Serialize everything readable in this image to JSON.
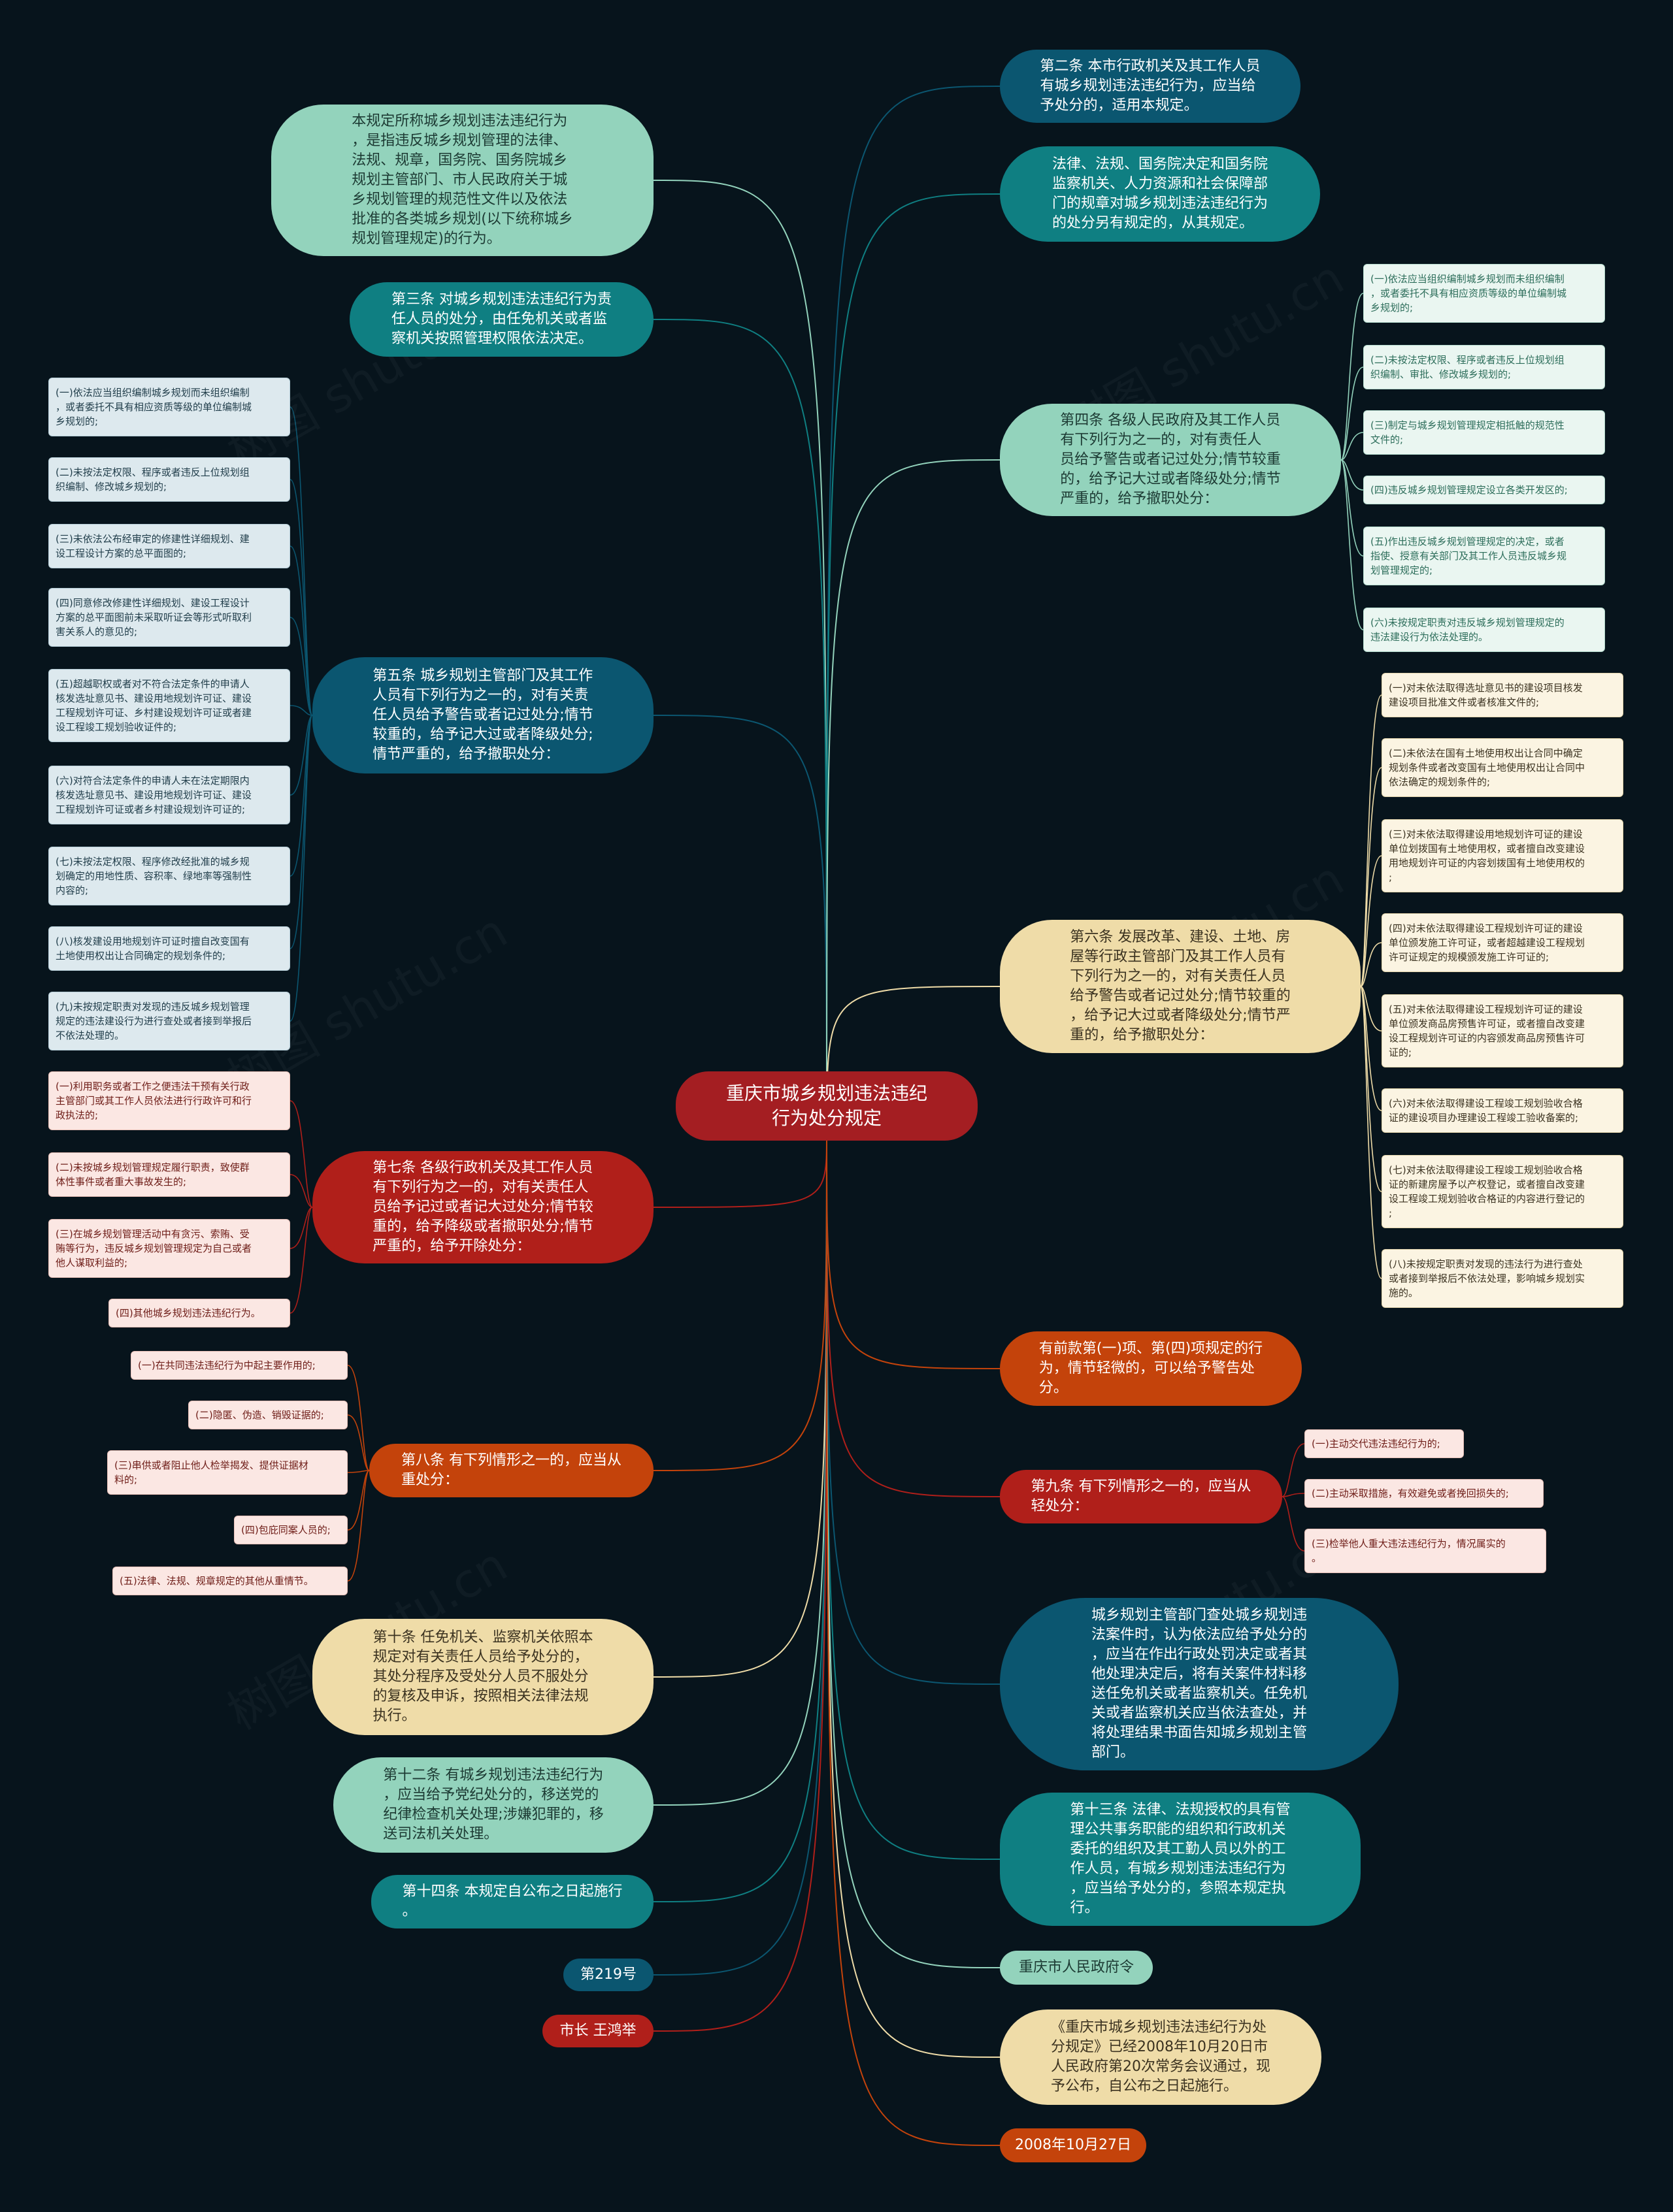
{
  "root": {
    "text": "重庆市城乡规划违法违纪\n行为处分规定"
  },
  "colors": {
    "mint": "#93d3bc",
    "teal": "#0f7f82",
    "navy": "#0b5670",
    "sand": "#efdca8",
    "red": "#b01f1a",
    "orange": "#c4430b",
    "darkred": "#a41e22",
    "background": "#07141c"
  },
  "left": [
    {
      "text": "本规定所称城乡规划违法违纪行为\n，是指违反城乡规划管理的法律、\n法规、规章，国务院、国务院城乡\n规划主管部门、市人民政府关于城\n乡规划管理的规范性文件以及依法\n批准的各类城乡规划(以下统称城乡\n规划管理规定)的行为。"
    },
    {
      "text": "第三条  对城乡规划违法违纪行为责\n任人员的处分，由任免机关或者监\n察机关按照管理权限依法决定。"
    },
    {
      "text": "第五条  城乡规划主管部门及其工作\n人员有下列行为之一的，对有关责\n任人员给予警告或者记过处分;情节\n较重的，给予记大过或者降级处分;\n情节严重的，给予撤职处分：",
      "children": [
        "(一)依法应当组织编制城乡规划而未组织编制\n，或者委托不具有相应资质等级的单位编制城\n乡规划的;",
        "(二)未按法定权限、程序或者违反上位规划组\n织编制、修改城乡规划的;",
        "(三)未依法公布经审定的修建性详细规划、建\n设工程设计方案的总平面图的;",
        "(四)同意修改修建性详细规划、建设工程设计\n方案的总平面图前未采取听证会等形式听取利\n害关系人的意见的;",
        "(五)超越职权或者对不符合法定条件的申请人\n核发选址意见书、建设用地规划许可证、建设\n工程规划许可证、乡村建设规划许可证或者建\n设工程竣工规划验收证件的;",
        "(六)对符合法定条件的申请人未在法定期限内\n核发选址意见书、建设用地规划许可证、建设\n工程规划许可证或者乡村建设规划许可证的;",
        "(七)未按法定权限、程序修改经批准的城乡规\n划确定的用地性质、容积率、绿地率等强制性\n内容的;",
        "(八)核发建设用地规划许可证时擅自改变国有\n土地使用权出让合同确定的规划条件的;",
        "(九)未按规定职责对发现的违反城乡规划管理\n规定的违法建设行为进行查处或者接到举报后\n不依法处理的。"
      ]
    },
    {
      "text": "第七条  各级行政机关及其工作人员\n有下列行为之一的，对有关责任人\n员给予记过或者记大过处分;情节较\n重的，给予降级或者撤职处分;情节\n严重的，给予开除处分：",
      "children": [
        "(一)利用职务或者工作之便违法干预有关行政\n主管部门或其工作人员依法进行行政许可和行\n政执法的;",
        "(二)未按城乡规划管理规定履行职责，致使群\n体性事件或者重大事故发生的;",
        "(三)在城乡规划管理活动中有贪污、索贿、受\n贿等行为，违反城乡规划管理规定为自己或者\n他人谋取利益的;",
        "(四)其他城乡规划违法违纪行为。"
      ]
    },
    {
      "text": "第八条  有下列情形之一的，应当从\n重处分：",
      "children": [
        "(一)在共同违法违纪行为中起主要作用的;",
        "(二)隐匿、伪造、销毁证据的;",
        "(三)串供或者阻止他人检举揭发、提供证据材\n料的;",
        "(四)包庇同案人员的;",
        "(五)法律、法规、规章规定的其他从重情节。"
      ]
    },
    {
      "text": "第十条  任免机关、监察机关依照本\n规定对有关责任人员给予处分的，\n其处分程序及受处分人员不服处分\n的复核及申诉，按照相关法律法规\n执行。"
    },
    {
      "text": "第十二条  有城乡规划违法违纪行为\n，应当给予党纪处分的，移送党的\n纪律检查机关处理;涉嫌犯罪的，移\n送司法机关处理。"
    },
    {
      "text": "第十四条  本规定自公布之日起施行\n。"
    },
    {
      "text": "第219号"
    },
    {
      "text": "市长  王鸿举"
    }
  ],
  "right": [
    {
      "text": "第二条  本市行政机关及其工作人员\n有城乡规划违法违纪行为，应当给\n予处分的，适用本规定。"
    },
    {
      "text": "法律、法规、国务院决定和国务院\n监察机关、人力资源和社会保障部\n门的规章对城乡规划违法违纪行为\n的处分另有规定的，从其规定。"
    },
    {
      "text": "第四条  各级人民政府及其工作人员\n有下列行为之一的，对有责任人\n员给予警告或者记过处分;情节较重\n的，给予记大过或者降级处分;情节\n严重的，给予撤职处分：",
      "children": [
        "(一)依法应当组织编制城乡规划而未组织编制\n，或者委托不具有相应资质等级的单位编制城\n乡规划的;",
        "(二)未按法定权限、程序或者违反上位规划组\n织编制、审批、修改城乡规划的;",
        "(三)制定与城乡规划管理规定相抵触的规范性\n文件的;",
        "(四)违反城乡规划管理规定设立各类开发区的;",
        "(五)作出违反城乡规划管理规定的决定，或者\n指使、授意有关部门及其工作人员违反城乡规\n划管理规定的;",
        "(六)未按规定职责对违反城乡规划管理规定的\n违法建设行为依法处理的。"
      ]
    },
    {
      "text": "第六条  发展改革、建设、土地、房\n屋等行政主管部门及其工作人员有\n下列行为之一的，对有关责任人员\n给予警告或者记过处分;情节较重的\n，给予记大过或者降级处分;情节严\n重的，给予撤职处分：",
      "children": [
        "(一)对未依法取得选址意见书的建设项目核发\n建设项目批准文件或者核准文件的;",
        "(二)未依法在国有土地使用权出让合同中确定\n规划条件或者改变国有土地使用权出让合同中\n依法确定的规划条件的;",
        "(三)对未依法取得建设用地规划许可证的建设\n单位划拨国有土地使用权，或者擅自改变建设\n用地规划许可证的内容划拨国有土地使用权的\n;",
        "(四)对未依法取得建设工程规划许可证的建设\n单位颁发施工许可证，或者超越建设工程规划\n许可证规定的规模颁发施工许可证的;",
        "(五)对未依法取得建设工程规划许可证的建设\n单位颁发商品房预售许可证，或者擅自改变建\n设工程规划许可证的内容颁发商品房预售许可\n证的;",
        "(六)对未依法取得建设工程竣工规划验收合格\n证的建设项目办理建设工程竣工验收备案的;",
        "(七)对未依法取得建设工程竣工规划验收合格\n证的新建房屋予以产权登记，或者擅自改变建\n设工程竣工规划验收合格证的内容进行登记的\n;",
        "(八)未按规定职责对发现的违法行为进行查处\n或者接到举报后不依法处理，影响城乡规划实\n施的。"
      ]
    },
    {
      "text": "有前款第(一)项、第(四)项规定的行\n为，情节轻微的，可以给予警告处\n分。"
    },
    {
      "text": "第九条  有下列情形之一的，应当从\n轻处分：",
      "children": [
        "(一)主动交代违法违纪行为的;",
        "(二)主动采取措施，有效避免或者挽回损失的;",
        "(三)检举他人重大违法违纪行为，情况属实的\n。"
      ]
    },
    {
      "text": "城乡规划主管部门查处城乡规划违\n法案件时，认为依法应给予处分的\n，应当在作出行政处罚决定或者其\n他处理决定后，将有关案件材料移\n送任免机关或者监察机关。任免机\n关或者监察机关应当依法查处，并\n将处理结果书面告知城乡规划主管\n部门。"
    },
    {
      "text": "第十三条  法律、法规授权的具有管\n理公共事务职能的组织和行政机关\n委托的组织及其工勤人员以外的工\n作人员，有城乡规划违法违纪行为\n，应当给予处分的，参照本规定执\n行。"
    },
    {
      "text": "重庆市人民政府令"
    },
    {
      "text": "《重庆市城乡规划违法违纪行为处\n分规定》已经2008年10月20日市\n人民政府第20次常务会议通过，现\n予公布，自公布之日起施行。"
    },
    {
      "text": "2008年10月27日"
    }
  ]
}
